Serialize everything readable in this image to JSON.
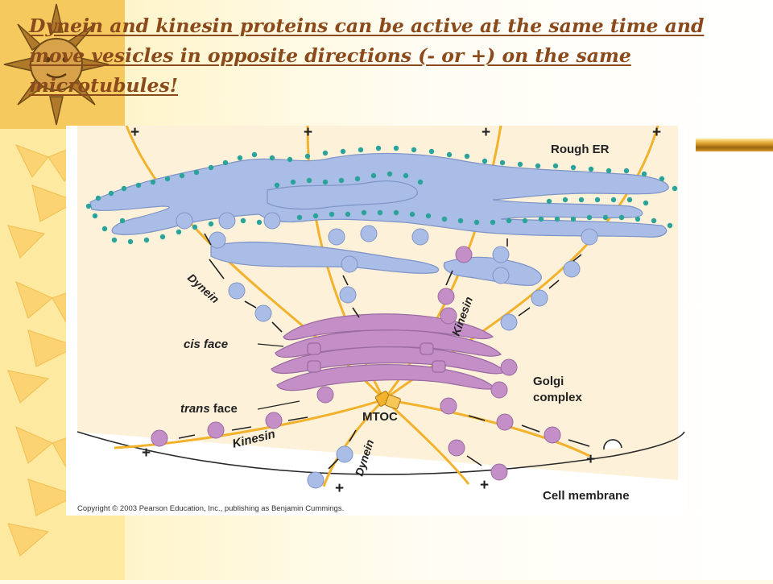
{
  "slide": {
    "title": "Dynein and kinesin proteins can be active at the same time and move vesicles in opposite directions (- or +) on the same microtubules!"
  },
  "colors": {
    "title_text": "#8a4a1c",
    "sun_strip": "#fde9a0",
    "cytoplasm": "#fdf1da",
    "microtubule": "#f2b22c",
    "er": "#a9bde6",
    "ribosome": "#2aa39a",
    "golgi": "#c38fc6",
    "vesicle_blue": "#a9bde6",
    "vesicle_pink": "#c38fc6"
  },
  "icons": {
    "corner_sun": "sun-face-icon",
    "side_suns": "sun-icon"
  },
  "figure": {
    "labels": {
      "rough_er": "Rough ER",
      "dynein_top": "Dynein",
      "kinesin_top": "Kinesin",
      "cis_face": "cis face",
      "trans_face_italic": "trans",
      "trans_face_rest": "face",
      "golgi": "Golgi",
      "complex": "complex",
      "mtoc": "MTOC",
      "kinesin_bottom": "Kinesin",
      "dynein_bottom": "Dynein",
      "cell_membrane": "Cell membrane",
      "plus": "+"
    },
    "copyright": "Copyright © 2003 Pearson Education, Inc., publishing as Benjamin Cummings."
  }
}
